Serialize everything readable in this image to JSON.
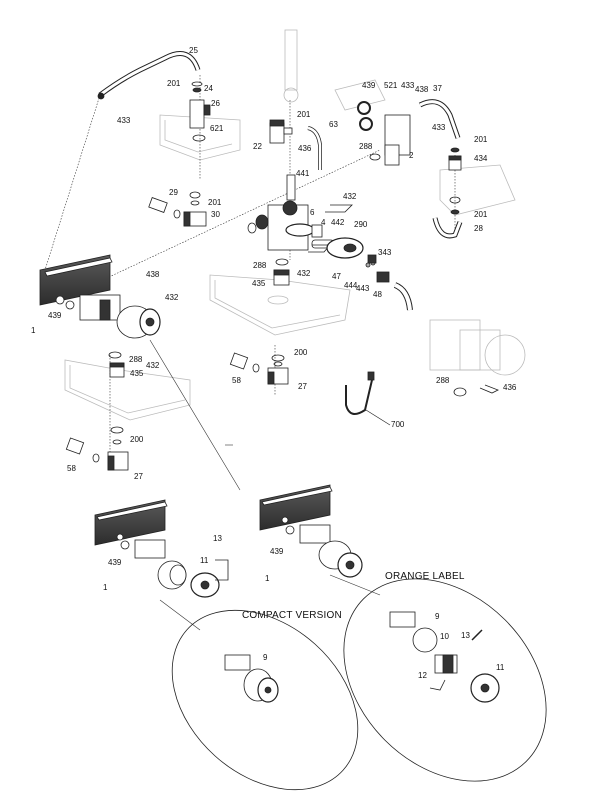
{
  "title": "Hydraulic assembly exploded parts diagram",
  "captions": {
    "compact_version": "COMPACT VERSION",
    "orange_label": "ORANGE LABEL"
  },
  "part_labels": [
    {
      "id": "p25",
      "text": "25"
    },
    {
      "id": "p201a",
      "text": "201"
    },
    {
      "id": "p24",
      "text": "24"
    },
    {
      "id": "p26",
      "text": "26"
    },
    {
      "id": "p621",
      "text": "621"
    },
    {
      "id": "p433a",
      "text": "433"
    },
    {
      "id": "p29",
      "text": "29"
    },
    {
      "id": "p201b",
      "text": "201"
    },
    {
      "id": "p30",
      "text": "30"
    },
    {
      "id": "p22",
      "text": "22"
    },
    {
      "id": "p201c",
      "text": "201"
    },
    {
      "id": "p63",
      "text": "63"
    },
    {
      "id": "p436a",
      "text": "436"
    },
    {
      "id": "p441",
      "text": "441"
    },
    {
      "id": "p439a",
      "text": "439"
    },
    {
      "id": "p521",
      "text": "521"
    },
    {
      "id": "p433b",
      "text": "433"
    },
    {
      "id": "p438a",
      "text": "438"
    },
    {
      "id": "p37",
      "text": "37"
    },
    {
      "id": "p433c",
      "text": "433"
    },
    {
      "id": "p288a",
      "text": "288"
    },
    {
      "id": "p2",
      "text": "2"
    },
    {
      "id": "p201d",
      "text": "201"
    },
    {
      "id": "p434",
      "text": "434"
    },
    {
      "id": "p201e",
      "text": "201"
    },
    {
      "id": "p28",
      "text": "28"
    },
    {
      "id": "p432a",
      "text": "432"
    },
    {
      "id": "p6",
      "text": "6"
    },
    {
      "id": "p4",
      "text": "4"
    },
    {
      "id": "p442",
      "text": "442"
    },
    {
      "id": "p290",
      "text": "290"
    },
    {
      "id": "p343",
      "text": "343"
    },
    {
      "id": "p288b",
      "text": "288"
    },
    {
      "id": "p432b",
      "text": "432"
    },
    {
      "id": "p47",
      "text": "47"
    },
    {
      "id": "p444",
      "text": "444"
    },
    {
      "id": "p443",
      "text": "443"
    },
    {
      "id": "p48",
      "text": "48"
    },
    {
      "id": "p435a",
      "text": "435"
    },
    {
      "id": "p438b",
      "text": "438"
    },
    {
      "id": "p432c",
      "text": "432"
    },
    {
      "id": "p439b",
      "text": "439"
    },
    {
      "id": "p1a",
      "text": "1"
    },
    {
      "id": "p288c",
      "text": "288"
    },
    {
      "id": "p432d",
      "text": "432"
    },
    {
      "id": "p435b",
      "text": "435"
    },
    {
      "id": "p200a",
      "text": "200"
    },
    {
      "id": "p58a",
      "text": "58"
    },
    {
      "id": "p27a",
      "text": "27"
    },
    {
      "id": "p288d",
      "text": "288"
    },
    {
      "id": "p436b",
      "text": "436"
    },
    {
      "id": "p700",
      "text": "700"
    },
    {
      "id": "p200b",
      "text": "200"
    },
    {
      "id": "p58b",
      "text": "58"
    },
    {
      "id": "p27b",
      "text": "27"
    },
    {
      "id": "p13a",
      "text": "13"
    },
    {
      "id": "p11a",
      "text": "11"
    },
    {
      "id": "p439c",
      "text": "439"
    },
    {
      "id": "p1b",
      "text": "1"
    },
    {
      "id": "p439d",
      "text": "439"
    },
    {
      "id": "p1c",
      "text": "1"
    },
    {
      "id": "p9a",
      "text": "9"
    },
    {
      "id": "p9b",
      "text": "9"
    },
    {
      "id": "p10",
      "text": "10"
    },
    {
      "id": "p13b",
      "text": "13"
    },
    {
      "id": "p12",
      "text": "12"
    },
    {
      "id": "p11b",
      "text": "11"
    }
  ]
}
